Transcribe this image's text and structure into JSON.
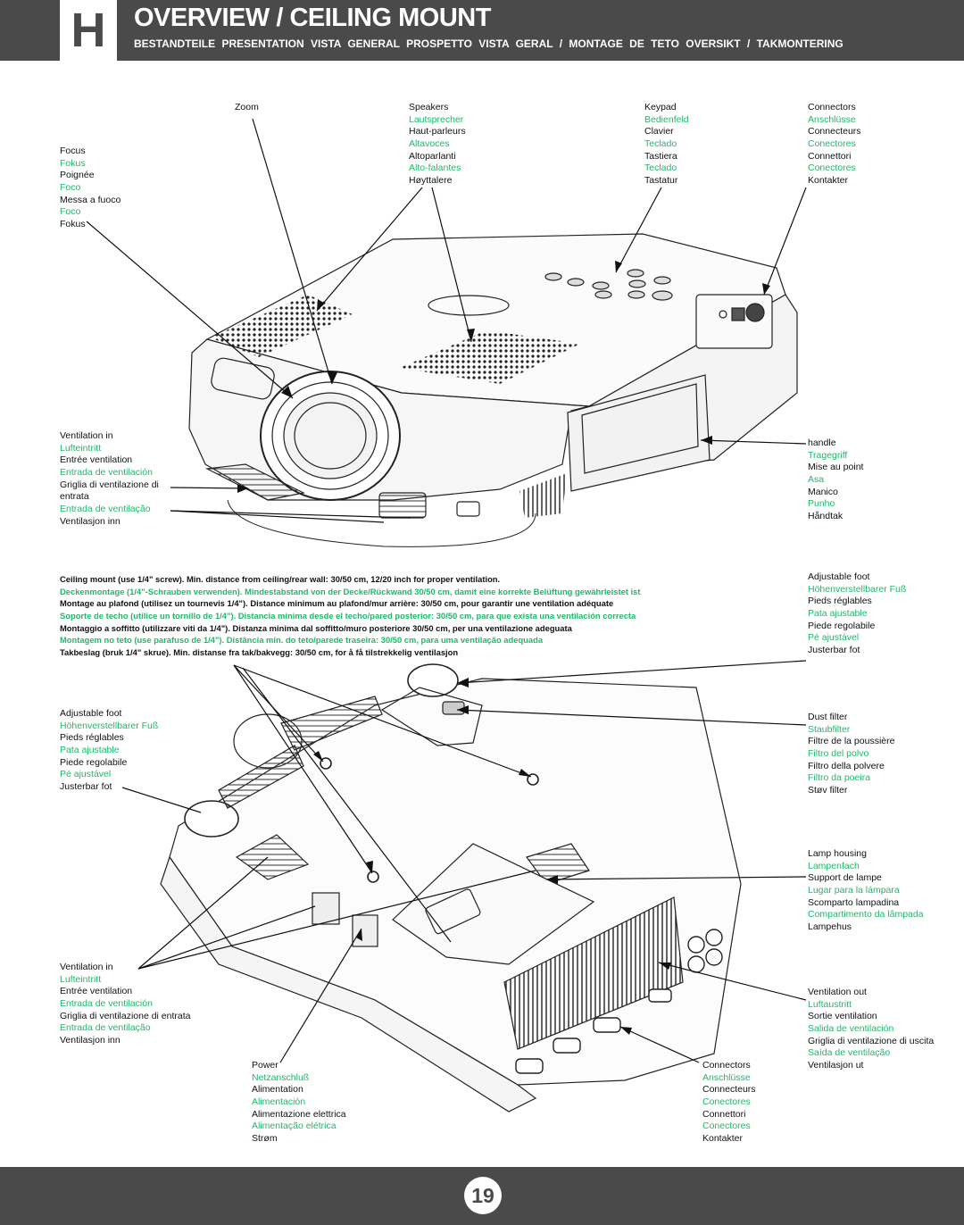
{
  "header": {
    "section_letter": "H",
    "title": "OVERVIEW / CEILING MOUNT",
    "subtitle": "BESTANDTEILE PRESENTATION VISTA GENERAL PROSPETTO VISTA GERAL / MONTAGE DE TETO OVERSIKT / TAKMONTERING"
  },
  "top_labels": {
    "zoom": [
      "Zoom"
    ],
    "focus": [
      "Focus",
      "Fokus",
      "Poignée",
      "Foco",
      "Messa a fuoco",
      "Foco",
      "Fokus"
    ],
    "speakers": [
      "Speakers",
      "Lautsprecher",
      "Haut-parleurs",
      "Altavoces",
      "Altoparlanti",
      "Alto-falantes",
      "Høyttalere"
    ],
    "keypad": [
      "Keypad",
      "Bedienfeld",
      "Clavier",
      "Teclado",
      "Tastiera",
      "Teclado",
      "Tastatur"
    ],
    "connectors": [
      "Connectors",
      "Anschlüsse",
      "Connecteurs",
      "Conectores",
      "Connettori",
      "Conectores",
      "Kontakter"
    ],
    "ventilation_in": [
      "Ventilation in",
      "Lufteintritt",
      "Entrée ventilation",
      "Entrada de ventilación",
      "Griglia di ventilazione di",
      "entrata",
      "Entrada de ventilação",
      "Ventilasjon inn"
    ],
    "handle": [
      "handle",
      "Tragegriff",
      "Mise au point",
      "Asa",
      "Manico",
      "Punho",
      "Håndtak"
    ],
    "adjustable_foot": [
      "Adjustable foot",
      "Höhenverstellbarer Fuß",
      "Pieds réglables",
      "Pata ajustable",
      "Piede regolabile",
      "Pé ajustável",
      "Justerbar fot"
    ]
  },
  "ceiling_note": [
    "Ceiling mount (use 1/4\" screw). Min. distance from ceiling/rear wall: 30/50 cm, 12/20 inch for proper ventilation.",
    "Deckenmontage (1/4\"-Schrauben verwenden). Mindestabstand von der Decke/Rückwand 30/50 cm, damit eine korrekte Belüftung gewährleistet ist",
    "Montage au plafond (utilisez un tournevis 1/4\"). Distance minimum au plafond/mur arrière: 30/50 cm, pour garantir une ventilation adéquate",
    "Soporte de techo (utilice un tornillo de 1/4\"). Distancia mínima desde el techo/pared posterior: 30/50 cm, para que exista una ventilación correcta",
    "Montaggio a soffitto (utilizzare viti da 1/4\"). Distanza minima dal soffitto/muro posteriore 30/50 cm, per una ventilazione adeguata",
    "Montagem no teto (use parafuso de 1/4\"). Distância mín. do teto/parede traseira: 30/50 cm, para uma ventilação adequada",
    "Takbeslag (bruk 1/4\" skrue). Min. distanse fra tak/bakvegg: 30/50 cm, for å få tilstrekkelig ventilasjon"
  ],
  "bottom_labels": {
    "adjustable_foot": [
      "Adjustable foot",
      "Höhenverstellbarer Fuß",
      "Pieds réglables",
      "Pata ajustable",
      "Piede regolabile",
      "Pé ajustável",
      "Justerbar fot"
    ],
    "dust_filter": [
      "Dust filter",
      "Staubfilter",
      "Filtre de la poussière",
      "Filtro del polvo",
      "Filtro della polvere",
      "Filtro da poeira",
      "Støv filter"
    ],
    "lamp_housing": [
      "Lamp housing",
      "Lampenfach",
      "Support de lampe",
      "Lugar para la lámpara",
      "Scomparto lampadina",
      "Compartimento da lâmpada",
      "Lampehus"
    ],
    "ventilation_in": [
      "Ventilation in",
      "Lufteintritt",
      "Entrée ventilation",
      "Entrada de ventilación",
      "Griglia di ventilazione di entrata",
      "Entrada de ventilação",
      "Ventilasjon inn"
    ],
    "ventilation_out": [
      "Ventilation out",
      "Luftaustritt",
      "Sortie ventilation",
      "Salida de ventilación",
      "Griglia di ventilazione di uscita",
      "Saída de ventilação",
      "Ventilasjon ut"
    ],
    "power": [
      "Power",
      "Netzanschluß",
      "Alimentation",
      "Alimentación",
      "Alimentazione elettrica",
      "Alimentação elétrica",
      "Strøm"
    ],
    "connectors": [
      "Connectors",
      "Anschlüsse",
      "Connecteurs",
      "Conectores",
      "Connettori",
      "Conectores",
      "Kontakter"
    ]
  },
  "footer": {
    "page_number": "19"
  },
  "colors": {
    "header_bg": "#4a4a4a",
    "green_text": "#1fb86a"
  }
}
